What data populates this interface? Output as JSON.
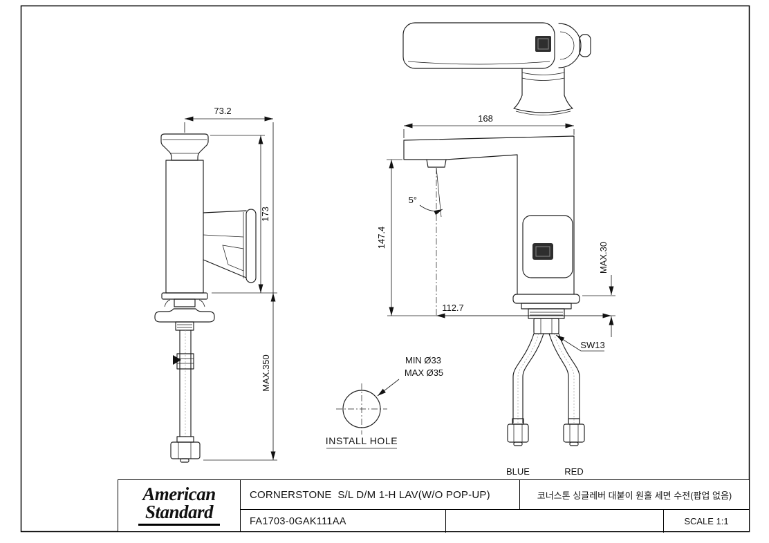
{
  "sheet": {
    "background": "#ffffff",
    "border_color": "#000000",
    "line_color": "#1c1c1c"
  },
  "views": {
    "side": {
      "dims": {
        "spout_offset": "73.2",
        "body_height": "173",
        "hose_length": "MAX.350"
      }
    },
    "front": {
      "dims": {
        "overall_width": "168",
        "spout_angle": "5°",
        "spout_height": "147.4",
        "deck_thickness": "MAX.30",
        "spout_reach": "112.7",
        "wrench_size": "SW13"
      },
      "hoses": {
        "left": "BLUE",
        "right": "RED"
      }
    },
    "install_hole": {
      "min": "MIN Ø33",
      "max": "MAX Ø35",
      "caption": "INSTALL HOLE"
    }
  },
  "title_block": {
    "brand_line1": "American",
    "brand_line2": "Standard",
    "title_en": "CORNERSTONE  S/L D/M 1-H LAV(W/O POP-UP)",
    "title_kr": "코너스톤 싱글레버 대붙이 원홀 세면 수전(팝업 없음)",
    "model": "FA1703-0GAK111AA",
    "scale": "SCALE 1:1"
  }
}
